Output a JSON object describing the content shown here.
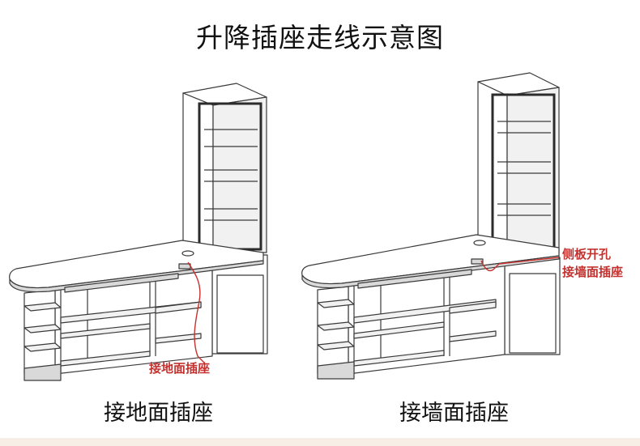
{
  "title": "升降插座走线示意图",
  "left_panel": {
    "caption": "接地面插座",
    "callout": "接地面插座"
  },
  "right_panel": {
    "caption": "接墙面插座",
    "callout_line1": "侧板开孔",
    "callout_line2": "接墙面插座"
  },
  "colors": {
    "callout_red": "#c4322f",
    "bottom_band": "#f7efe6"
  }
}
